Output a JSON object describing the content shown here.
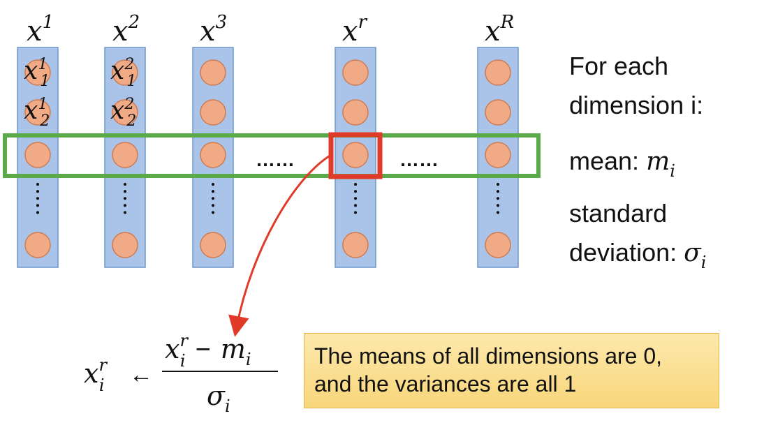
{
  "columns": [
    {
      "base": "x",
      "sup": "1"
    },
    {
      "base": "x",
      "sup": "2"
    },
    {
      "base": "x",
      "sup": "3"
    },
    {
      "base": "x",
      "sup": "r"
    },
    {
      "base": "x",
      "sup": "R"
    }
  ],
  "element_labels": [
    {
      "base": "x",
      "sup": "1",
      "sub": "1"
    },
    {
      "base": "x",
      "sup": "1",
      "sub": "2"
    },
    {
      "base": "x",
      "sup": "2",
      "sub": "1"
    },
    {
      "base": "x",
      "sup": "2",
      "sub": "2"
    }
  ],
  "ellipsis": "……",
  "side_text": {
    "line1": "For each",
    "line2": "dimension i:",
    "mean_label": "mean: ",
    "mean_symbol": {
      "base": "m",
      "sub": "i"
    },
    "std_line1": "standard",
    "std_label": "deviation: ",
    "std_symbol": {
      "base": "σ",
      "sub": "i"
    }
  },
  "formula": {
    "lhs": {
      "base": "x",
      "sup": "r",
      "sub": "i"
    },
    "arrow": "←",
    "numerator": {
      "base": "x",
      "sup": "r",
      "sub": "i",
      "minus": "−",
      "m_base": "m",
      "m_sub": "i"
    },
    "denominator": {
      "base": "σ",
      "sub": "i"
    }
  },
  "note": {
    "line1": "The means of all dimensions are 0,",
    "line2": "and the variances are all 1"
  },
  "colors": {
    "column_fill": "#a9c4e8",
    "column_stroke": "#6f95c8",
    "circle_fill": "#f0ab86",
    "circle_stroke": "#cf7b52",
    "row_highlight": "#5aaa4a",
    "cell_highlight": "#e03a28",
    "arrow": "#e03a28",
    "note_fill": "#fbe08f",
    "note_stroke": "#e8b54a"
  }
}
